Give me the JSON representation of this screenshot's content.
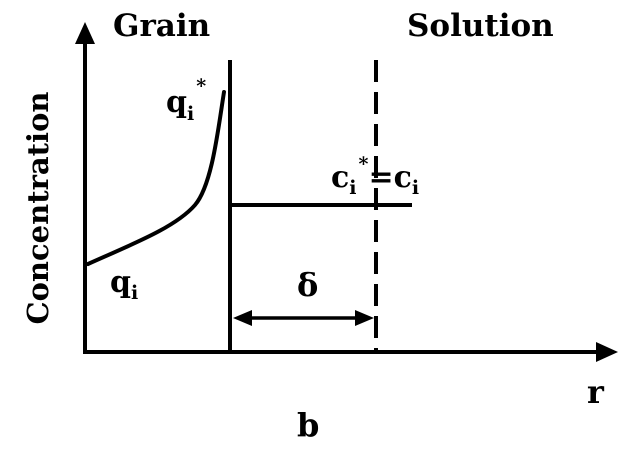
{
  "diagram": {
    "region_left_label": "Grain",
    "region_right_label": "Solution",
    "y_axis_label": "Concentration",
    "x_axis_label": "r",
    "panel_label": "b",
    "surface_label": {
      "base": "q",
      "sub": "i",
      "sup": "*"
    },
    "bulk_grain_label": {
      "base": "q",
      "sub": "i"
    },
    "solution_label": {
      "base1": "c",
      "sub1": "i",
      "sup1": "*",
      "eq": "=",
      "base2": "c",
      "sub2": "i"
    },
    "film_thickness_label": "δ"
  }
}
